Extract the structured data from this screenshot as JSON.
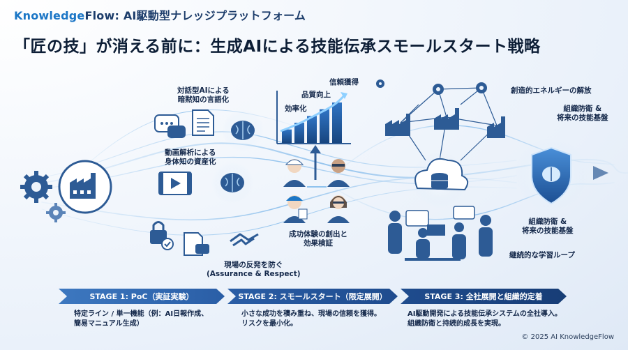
{
  "header": {
    "brand_accent": "Knowledge",
    "brand_rest": "Flow: AI駆動型ナレッジプラットフォーム",
    "title": "「匠の技」が消える前に：生成AIによる技能伝承スモールスタート戦略"
  },
  "labels": {
    "dialogue_ai_1": "対話型AIによる",
    "dialogue_ai_2": "暗黙知の言語化",
    "video_1": "動画解析による",
    "video_2": "身体知の資産化",
    "backlash_1": "現場の反発を防ぐ",
    "backlash_2": "(Assurance & Respect)",
    "trust": "信頼獲得",
    "quality": "品質向上",
    "efficiency": "効率化",
    "success_1": "成功体験の創出と",
    "success_2": "効果検証",
    "creative": "創造的エネルギーの解放",
    "defense_top_1": "組織防衛 &",
    "defense_top_2": "将来の技能基盤",
    "defense_bottom_1": "組織防衛 &",
    "defense_bottom_2": "将来の技能基盤",
    "loop": "継続的な学習ループ"
  },
  "stages": [
    {
      "label": "STAGE 1: PoC（実証実験）",
      "desc_1": "特定ライン / 単一機能（例：AI日報作成、",
      "desc_2": "簡易マニュアル生成）"
    },
    {
      "label": "STAGE 2: スモールスタート（限定展開）",
      "desc_1": "小さな成功を積み重ね、現場の信頼を獲得。",
      "desc_2": "リスクを最小化。"
    },
    {
      "label": "STAGE 3: 全社展開と組織的定着",
      "desc_1": "AI駆動開発による技能伝承システムの全社導入。",
      "desc_2": "組織防衛と持続的成長を実現。"
    }
  ],
  "copyright": "© 2025 AI KnowledgeFlow",
  "colors": {
    "navy": "#1d3d6b",
    "accent": "#1b76c6",
    "stage_bar": "#2a5ea6",
    "flow": "#8fc3ee"
  },
  "chart_data": {
    "type": "bar",
    "categories": [],
    "values": [
      2,
      3,
      4,
      5,
      6
    ],
    "annotations": [
      "効率化",
      "品質向上",
      "信頼獲得"
    ]
  }
}
